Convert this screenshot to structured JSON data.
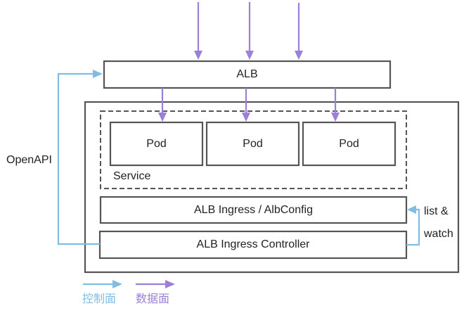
{
  "colors": {
    "box_stroke": "#555555",
    "control_plane": "#7fbde3",
    "data_plane": "#9b7fd9",
    "text": "#222222"
  },
  "diagram": {
    "alb": {
      "label": "ALB"
    },
    "service": {
      "label": "Service",
      "pods": [
        {
          "label": "Pod"
        },
        {
          "label": "Pod"
        },
        {
          "label": "Pod"
        }
      ]
    },
    "alb_config": {
      "label": "ALB Ingress / AlbConfig"
    },
    "controller": {
      "label": "ALB Ingress Controller"
    },
    "edges": {
      "openapi": {
        "label": "OpenAPI",
        "from": "ALB Ingress Controller",
        "to": "ALB",
        "type": "control"
      },
      "list_watch": {
        "label_line1": "list &",
        "label_line2": "watch",
        "from": "ALB Ingress Controller",
        "to": "ALB Ingress / AlbConfig",
        "type": "control"
      },
      "incoming_traffic_count": 3,
      "alb_to_pod_count": 3
    }
  },
  "legend": [
    {
      "label": "控制面",
      "type": "control"
    },
    {
      "label": "数据面",
      "type": "data"
    }
  ]
}
